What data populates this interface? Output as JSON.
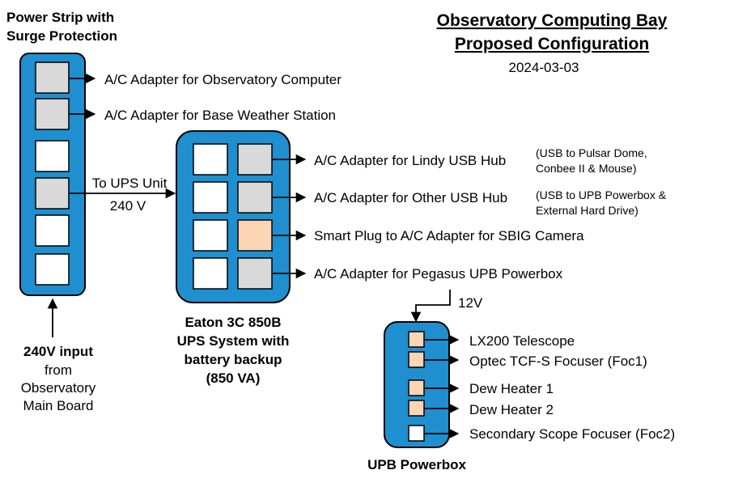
{
  "title": {
    "line1": "Observatory Computing Bay",
    "line2": "Proposed Configuration",
    "date": "2024-03-03"
  },
  "power_strip": {
    "title_line1": "Power Strip with",
    "title_line2": "Surge Protection",
    "outlets": [
      "used",
      "used",
      "empty",
      "used",
      "empty",
      "empty"
    ],
    "labels": {
      "outlet1": "A/C Adapter for Observatory Computer",
      "outlet2": "A/C Adapter for Base Weather Station"
    },
    "ups_link_label": "To UPS Unit",
    "ups_link_voltage": "240 V"
  },
  "input": {
    "line1": "240V input",
    "line2": "from",
    "line3": "Observatory",
    "line4": "Main Board"
  },
  "ups": {
    "name_line1": "Eaton 3C 850B",
    "name_line2": "UPS System with",
    "name_line3": "battery backup",
    "name_line4": "(850 VA)",
    "left_outlets": [
      "empty",
      "empty",
      "empty",
      "empty"
    ],
    "right_outlets": [
      "used",
      "used",
      "smart",
      "used"
    ],
    "labels": {
      "o1": "A/C Adapter for Lindy USB Hub",
      "o1_note1": "(USB to Pulsar Dome,",
      "o1_note2": "Conbee II & Mouse)",
      "o2": "A/C Adapter for Other USB Hub",
      "o2_note1": "(USB to UPB Powerbox &",
      "o2_note2": "External Hard Drive)",
      "o3": "Smart Plug to A/C Adapter for SBIG Camera",
      "o4": "A/C Adapter for Pegasus UPB Powerbox"
    },
    "powerbox_voltage": "12V"
  },
  "powerbox": {
    "name": "UPB Powerbox",
    "outlets": [
      "smart",
      "smart",
      "smart",
      "smart",
      "empty"
    ],
    "labels": {
      "p1": "LX200 Telescope",
      "p2": "Optec TCF-S Focuser (Foc1)",
      "p3": "Dew Heater 1",
      "p4": "Dew Heater 2",
      "p5": "Secondary Scope Focuser (Foc2)"
    }
  },
  "colors": {
    "box_fill": "#1f8fcf",
    "used": "#d9d9d9",
    "smart": "#fcd5b4",
    "empty": "#ffffff"
  }
}
